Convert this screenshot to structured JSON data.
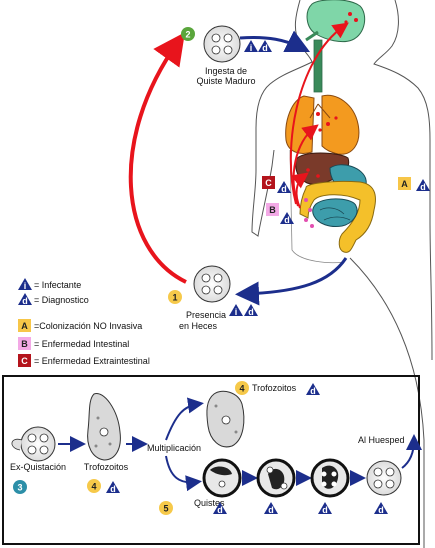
{
  "diagram": {
    "steps": {
      "s1": {
        "num": "1",
        "label_line1": "Presencia",
        "label_line2": "en Heces"
      },
      "s2": {
        "num": "2",
        "label_line1": "Ingesta de",
        "label_line2": "Quiste Maduro"
      },
      "s3": {
        "num": "3",
        "label": "Ex-Quistación"
      },
      "s4a": {
        "num": "4",
        "label": "Trofozoitos"
      },
      "s4b": {
        "num": "4",
        "label": "Trofozoitos"
      },
      "s5": {
        "num": "5",
        "label": "Quistes"
      }
    },
    "labels": {
      "multiplicacion": "Multiplicación",
      "al_huesped": "Al Huesped"
    },
    "badge_letters": {
      "infective": "i",
      "diagnostic": "d",
      "A": "A",
      "B": "B",
      "C": "C"
    },
    "legend": {
      "infectante": "= Infectante",
      "diagnostico": "= Diagnostico",
      "A": "=Colonización NO Invasiva",
      "B": "= Enfermedad Intestinal",
      "C": "= Enfermedad Extraintestinal"
    },
    "colors": {
      "red_arrow": "#e8141c",
      "blue_arrow": "#1c2e8c",
      "step_circle": "#f6c94a",
      "step3_circle": "#2c8fa8",
      "step2_circle": "#5aa63c",
      "badge_navy": "#1c2e8c",
      "A_box": "#f7c648",
      "B_box": "#f3a9e6",
      "C_box": "#b4141c",
      "lungs": "#f39a1f",
      "brain": "#7fd6a8",
      "intestine": "#3d9dab",
      "colon": "#f4c02a"
    }
  }
}
